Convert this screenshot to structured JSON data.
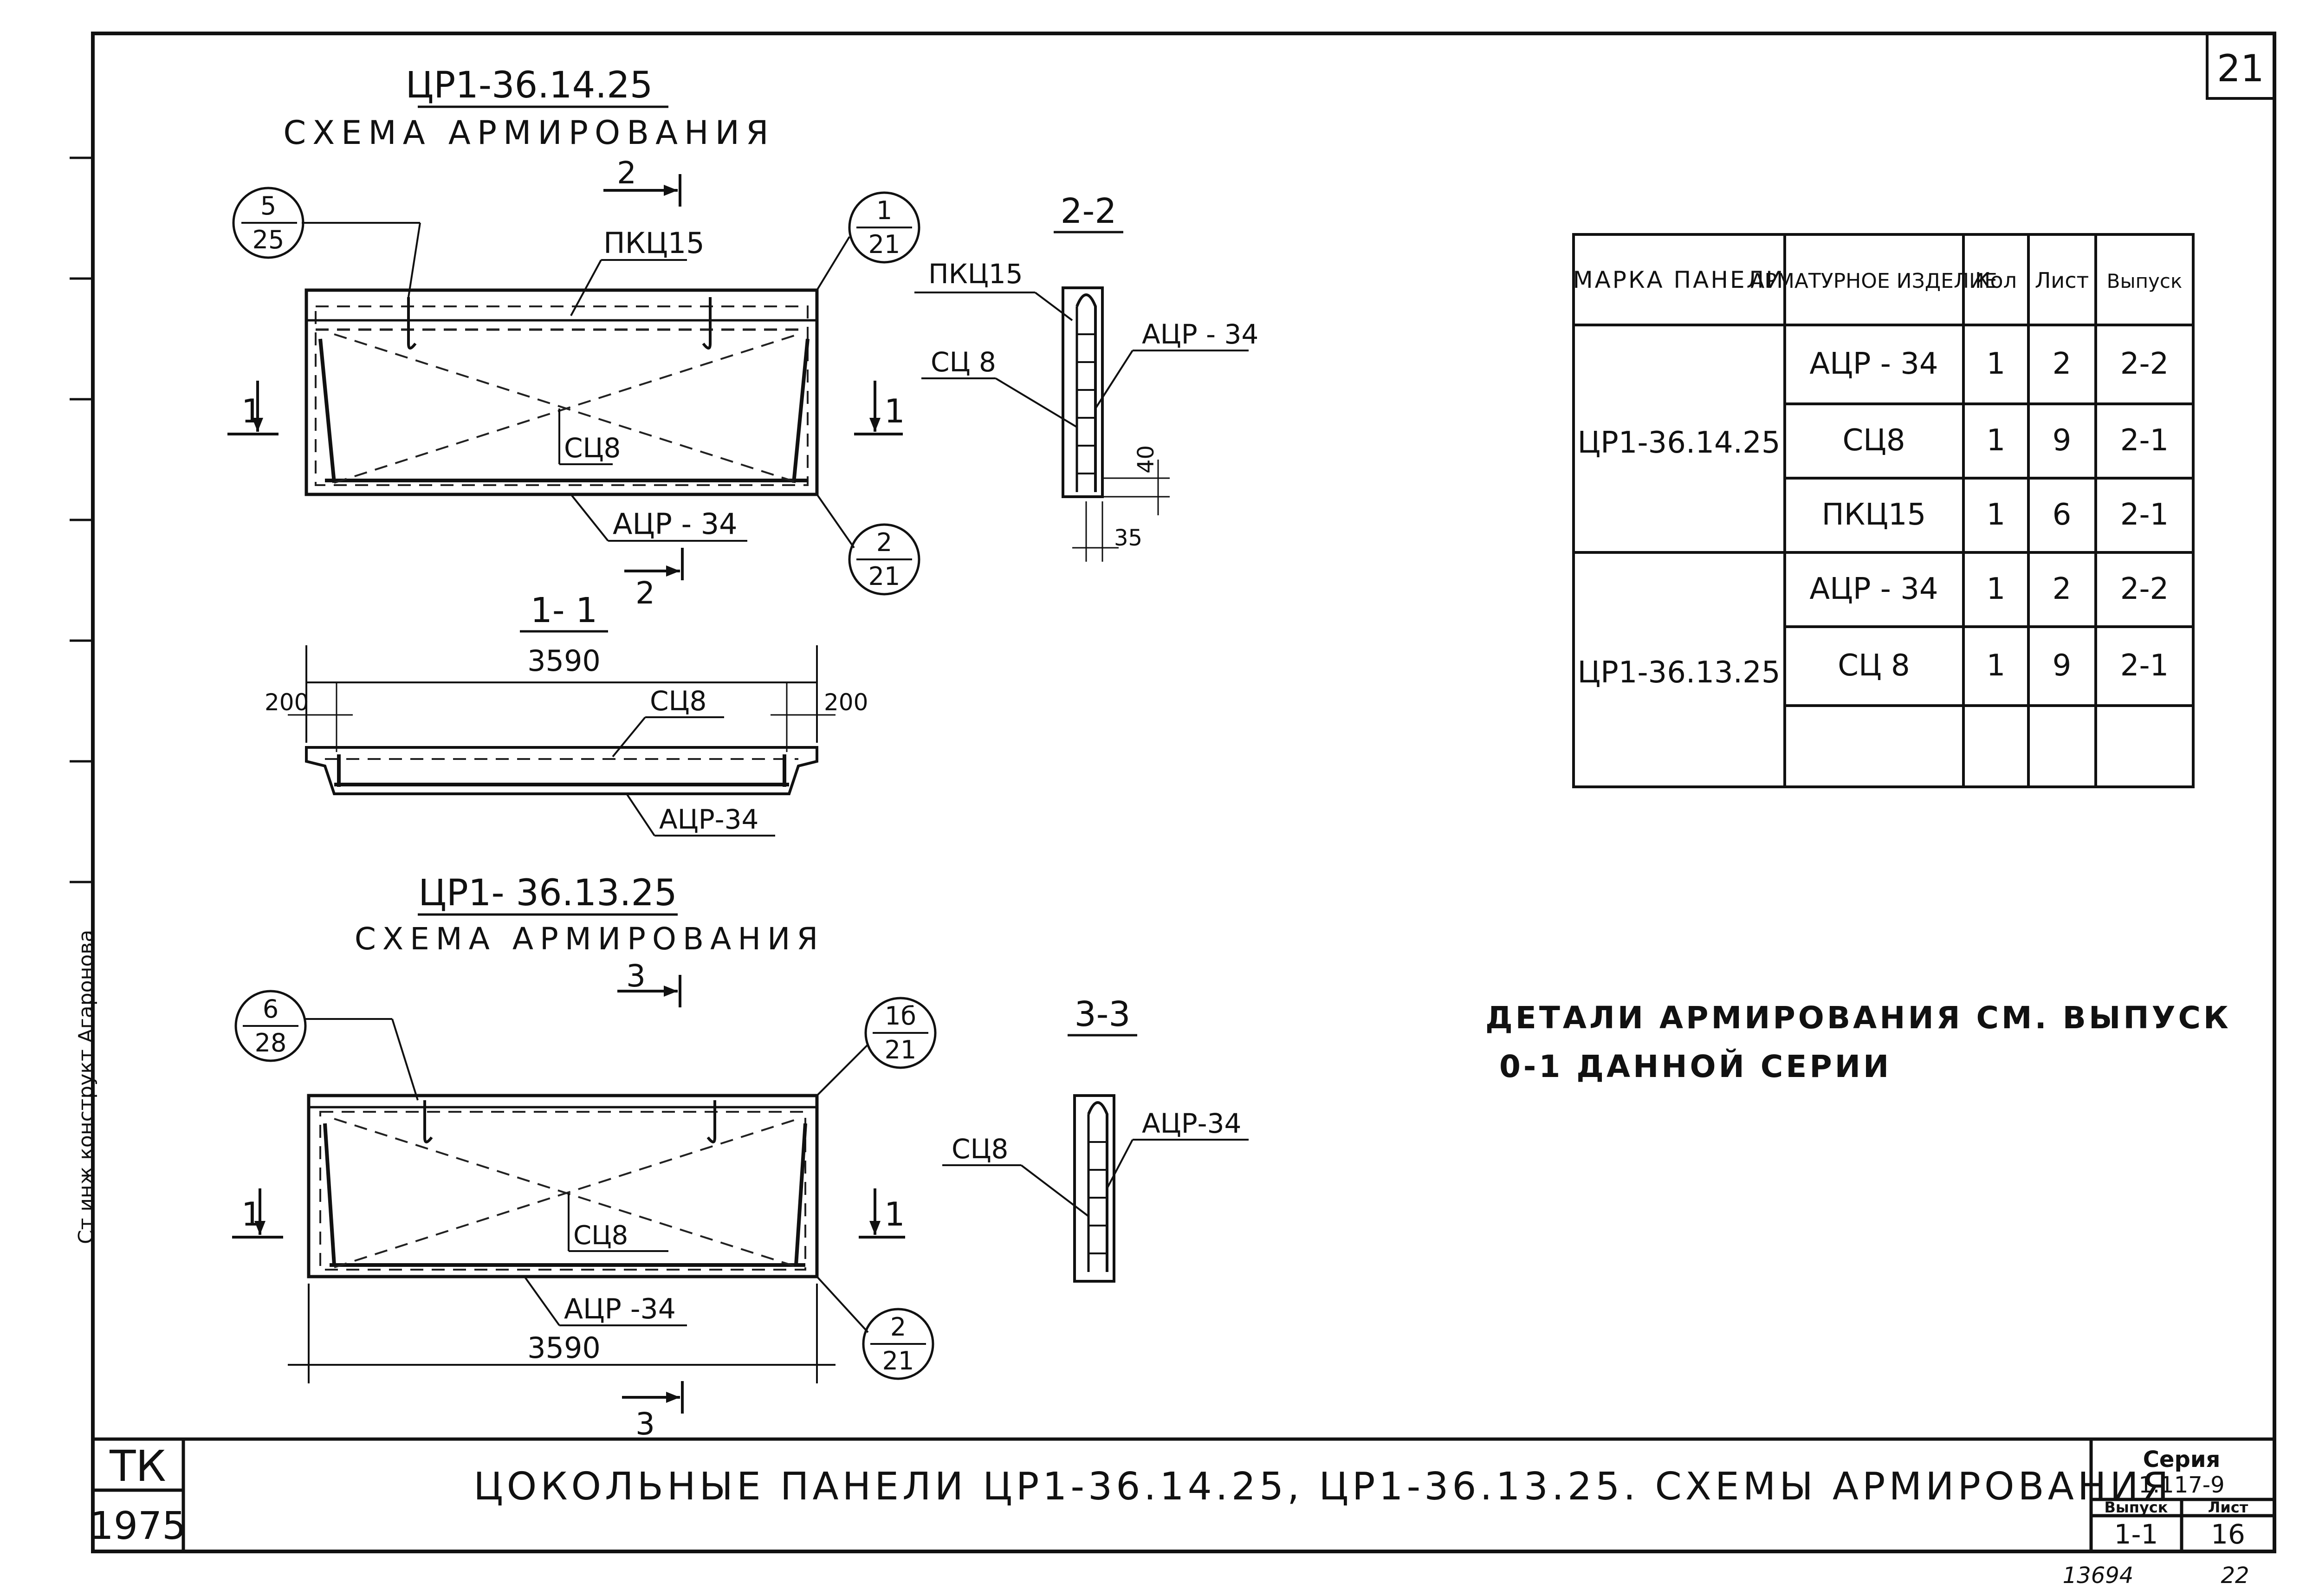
{
  "page_number": "21",
  "top_drawing": {
    "mark": "ЦР1-36.14.25",
    "subtitle": "СХЕМА АРМИРОВАНИЯ",
    "section_mark_2": "2",
    "section_mark_1": "1",
    "callouts": {
      "top_left": {
        "num": "5",
        "den": "25"
      },
      "top_right": {
        "num": "1",
        "den": "21"
      },
      "bottom_right": {
        "num": "2",
        "den": "21"
      }
    },
    "labels": {
      "pkc": "ПКЦ15",
      "sc": "СЦ8",
      "acr": "АЦР - 34"
    }
  },
  "section_2_2": {
    "title": "2-2",
    "labels": {
      "pkc": "ПКЦ15",
      "sc": "СЦ 8",
      "acr": "АЦР - 34"
    },
    "dims": {
      "vertical": "40",
      "horizontal": "35"
    }
  },
  "section_1_1": {
    "title": "1- 1",
    "dims": {
      "length": "3590",
      "left": "200",
      "right": "200"
    },
    "labels": {
      "sc": "СЦ8",
      "acr": "АЦР-34"
    }
  },
  "bottom_drawing": {
    "mark": "ЦР1- 36.13.25",
    "subtitle": "СХЕМА АРМИРОВАНИЯ",
    "section_mark_3": "3",
    "section_mark_1": "1",
    "callouts": {
      "top_left": {
        "num": "6",
        "den": "28"
      },
      "top_right": {
        "num": "1б",
        "den": "21"
      },
      "bottom_right": {
        "num": "2",
        "den": "21"
      }
    },
    "labels": {
      "sc": "СЦ8",
      "acr": "АЦР -34"
    },
    "dims": {
      "length": "3590"
    }
  },
  "section_3_3": {
    "title": "3-3",
    "labels": {
      "sc": "СЦ8",
      "acr": "АЦР-34"
    }
  },
  "table": {
    "headers": [
      "МАРКА ПАНЕЛИ",
      "АРМАТУРНОЕ ИЗДЕЛИЕ",
      "Кол",
      "Лист",
      "Выпуск"
    ],
    "groups": [
      {
        "panel": "ЦР1-36.14.25",
        "rows": [
          {
            "item": "АЦР - 34",
            "qty": "1",
            "sheet": "2",
            "issue": "2-2"
          },
          {
            "item": "СЦ8",
            "qty": "1",
            "sheet": "9",
            "issue": "2-1"
          },
          {
            "item": "ПКЦ15",
            "qty": "1",
            "sheet": "6",
            "issue": "2-1"
          }
        ]
      },
      {
        "panel": "ЦР1-36.13.25",
        "rows": [
          {
            "item": "АЦР - 34",
            "qty": "1",
            "sheet": "2",
            "issue": "2-2"
          },
          {
            "item": "СЦ 8",
            "qty": "1",
            "sheet": "9",
            "issue": "2-1"
          },
          {
            "item": "",
            "qty": "",
            "sheet": "",
            "issue": ""
          }
        ]
      }
    ]
  },
  "note": {
    "line1": "ДЕТАЛИ АРМИРОВАНИЯ СМ. ВЫПУСК",
    "line2": "0-1 ДАННОЙ СЕРИИ"
  },
  "title_block": {
    "org": "ТК",
    "year": "1975",
    "title": "ЦОКОЛЬНЫЕ ПАНЕЛИ ЦР1-36.14.25, ЦР1-36.13.25. СХЕМЫ АРМИРОВАНИЯ",
    "series_label": "Серия",
    "series_value": "1.117-9",
    "issue_label": "Выпуск",
    "issue_value": "1-1",
    "sheet_label": "Лист",
    "sheet_value": "16"
  },
  "footer": {
    "left_number": "13694",
    "right_number": "22"
  },
  "side_note": "Ст инж конструкт Агаронова"
}
